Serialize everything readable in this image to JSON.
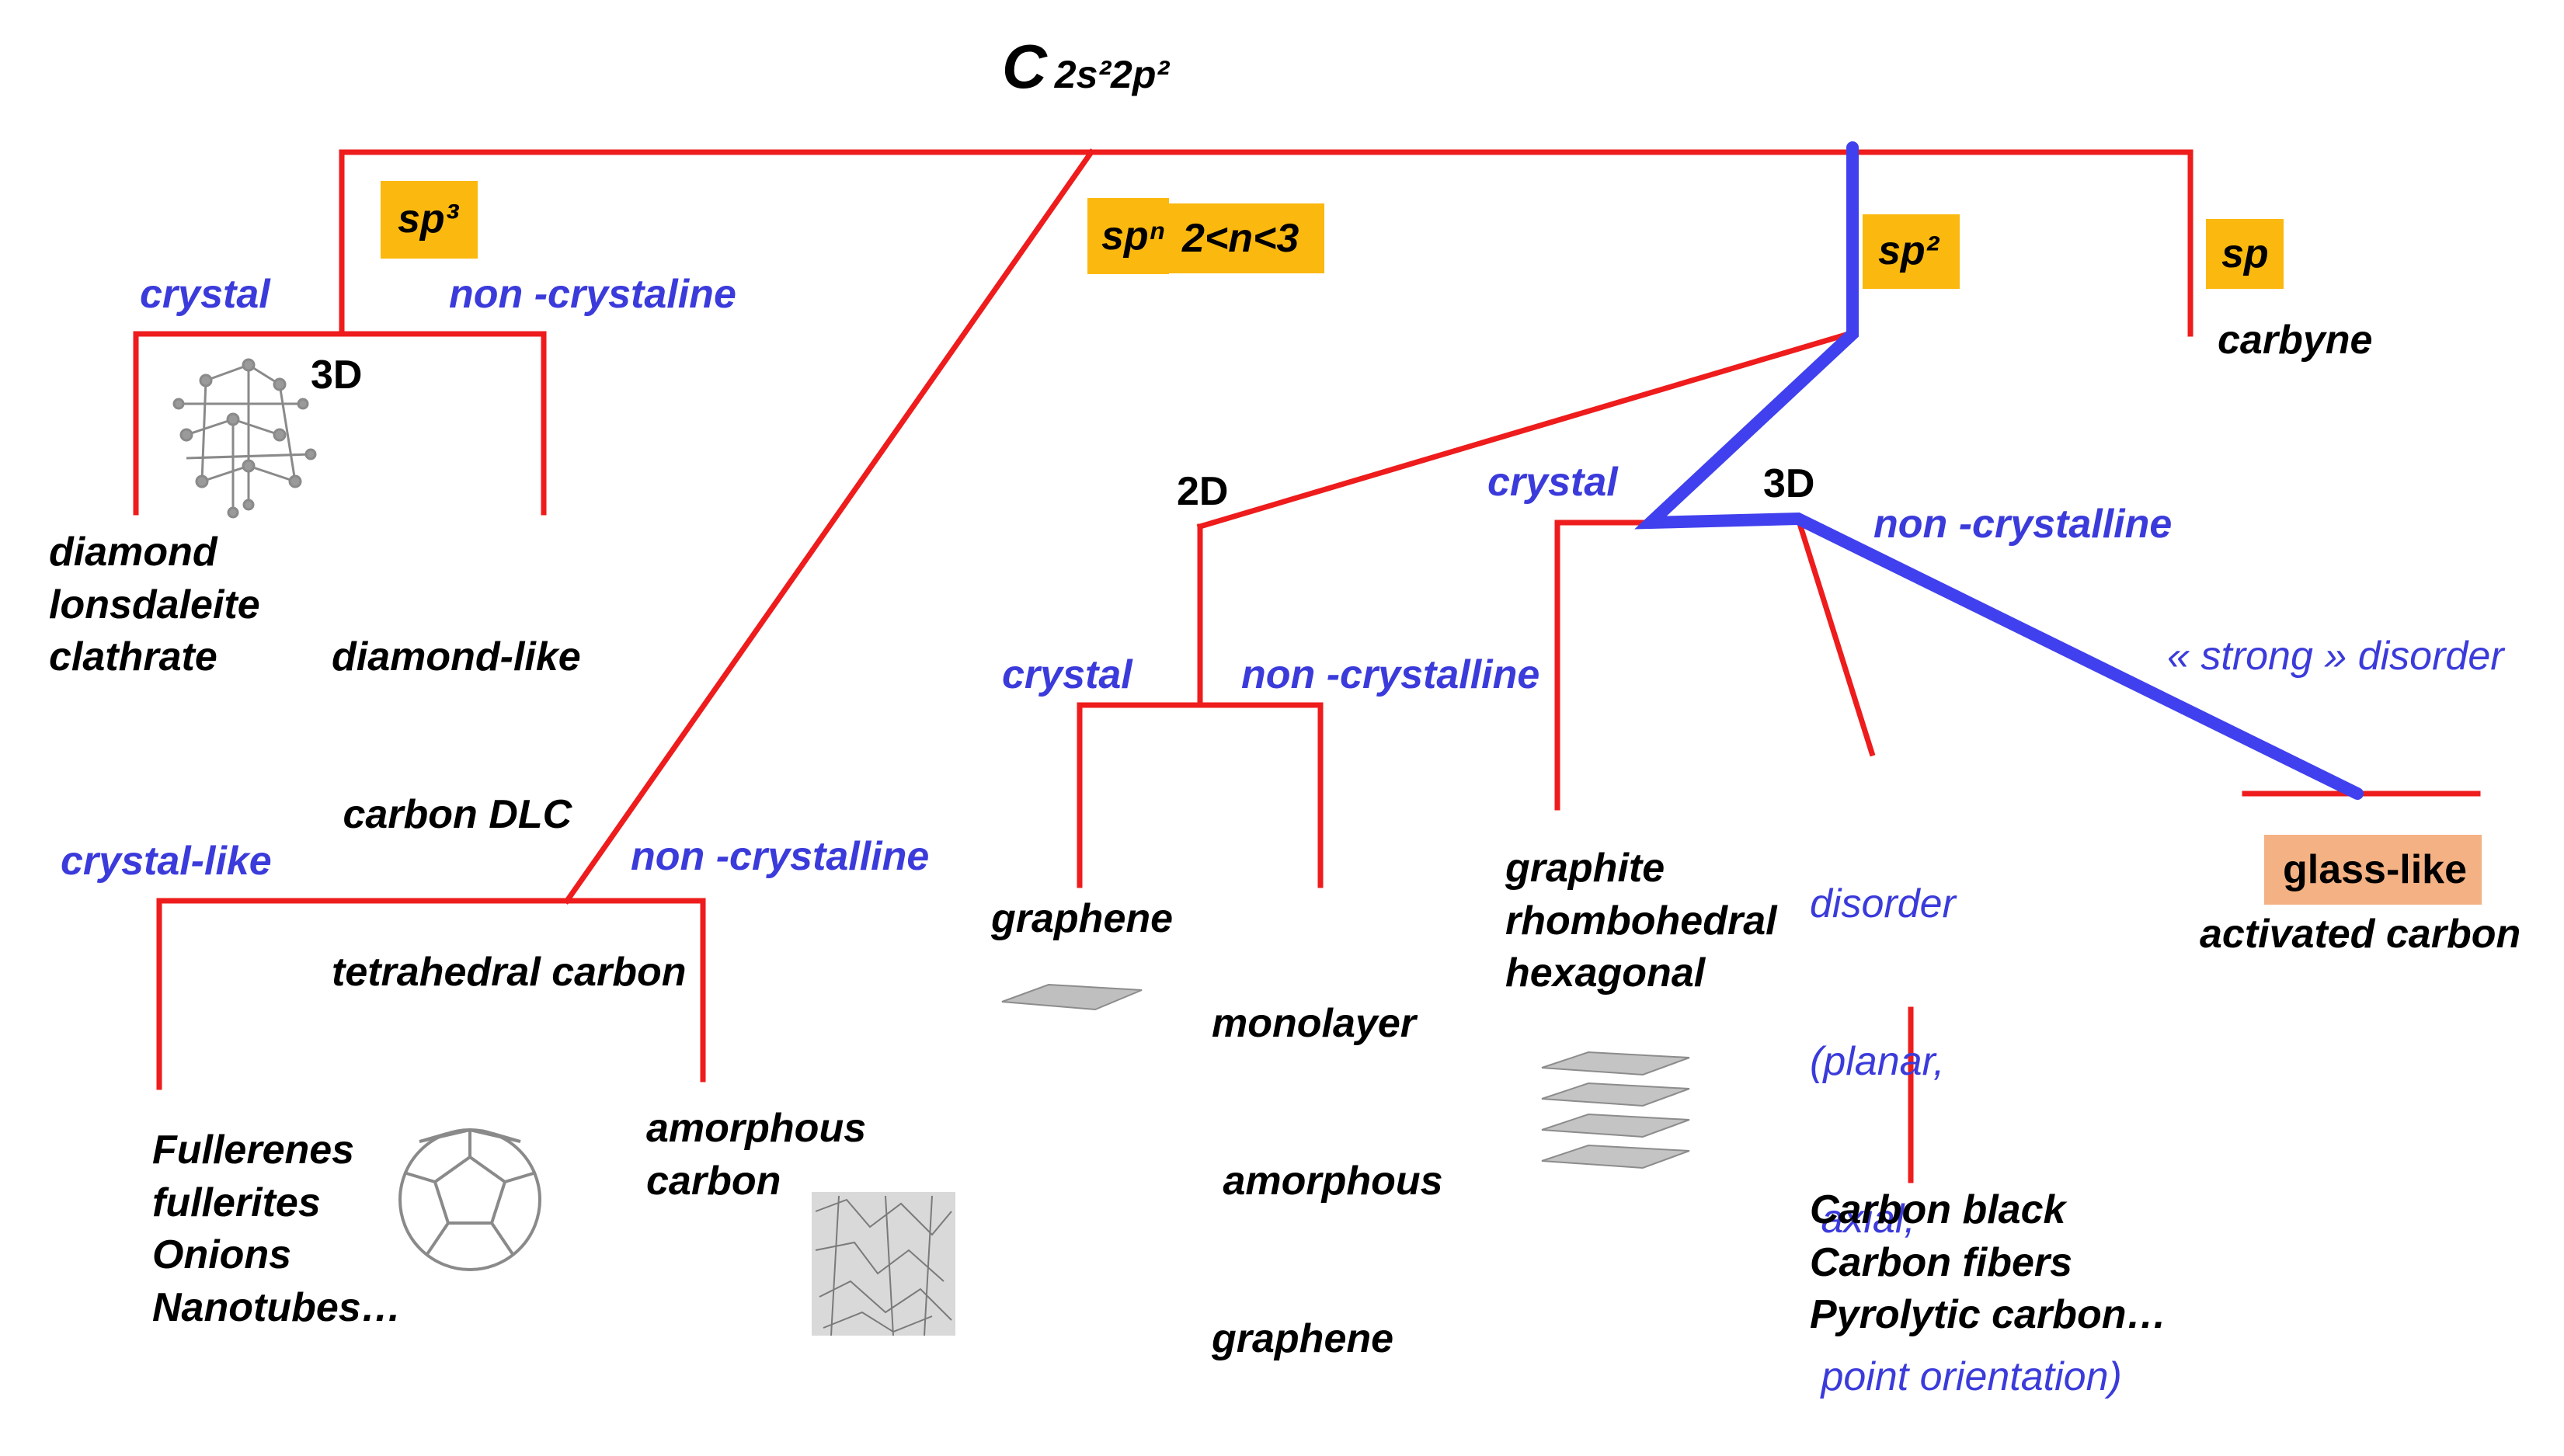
{
  "title": {
    "element": "C",
    "configuration_html": "2s²2p²"
  },
  "hybridization": {
    "sp3": "sp³",
    "spn": "spⁿ",
    "spn_range": "2<n<3",
    "sp2": "sp²",
    "sp": "sp"
  },
  "sp3_branch": {
    "crystal": "crystal",
    "non_crystalline": "non -crystaline",
    "dim": "3D",
    "crystal_items": [
      "diamond",
      "lonsdaleite",
      "clathrate"
    ],
    "amorphous_items": [
      "diamond-like",
      " carbon DLC",
      "tetrahedral carbon"
    ]
  },
  "spn_branch": {
    "crystal_like": "crystal-like",
    "non_crystalline": "non -crystalline",
    "crystal_items": [
      "Fullerenes",
      "fullerites",
      "Onions",
      "Nanotubes…"
    ],
    "amorphous_items": [
      "amorphous",
      "carbon"
    ]
  },
  "sp2_branch": {
    "dim2": "2D",
    "crystal_2d": "crystal",
    "non_crystalline_2d": "non -crystalline",
    "graphene": "graphene",
    "amorphous_graphene": [
      "monolayer",
      " amorphous",
      "graphene"
    ],
    "dim3": "3D",
    "crystal_3d": "crystal",
    "non_crystalline_3d": "non -crystalline",
    "graphite_items": [
      "graphite",
      "rhombohedral",
      "hexagonal"
    ],
    "disorder": [
      "disorder",
      "(planar,",
      " axial,",
      " point orientation)"
    ],
    "disorder_items": [
      "Carbon black",
      "Carbon fibers",
      "Pyrolytic carbon…"
    ],
    "strong_disorder": "« strong » disorder",
    "glass_like": "glass-like",
    "activated_carbon": "activated carbon"
  },
  "sp_branch": {
    "carbyne": "carbyne"
  },
  "colors": {
    "tree_line": "#ee1c1c",
    "highlight_path": "#4040ee",
    "hybrid_box": "#fbb80f",
    "glass_box": "#f4b183",
    "label_blue": "#3b3bdb"
  },
  "icons": [
    "diamond-lattice-icon",
    "graphene-sheet-icon",
    "graphite-layers-icon",
    "fullerene-icon",
    "amorphous-carbon-icon"
  ]
}
